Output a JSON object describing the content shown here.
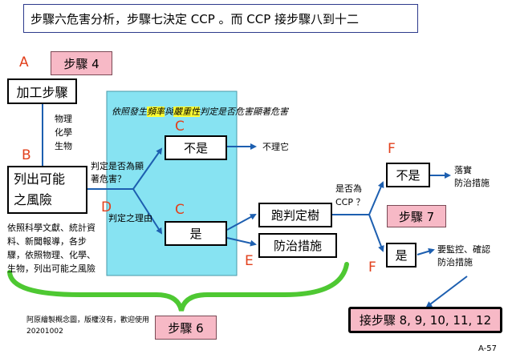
{
  "title": "步驟六危害分析，步驟七決定 CCP 。而 CCP 接步驟八到十二",
  "letters": {
    "a": "A",
    "b": "B",
    "c_top": "C",
    "c_mid": "C",
    "d": "D",
    "e": "E",
    "f_top": "F",
    "f_bottom": "F"
  },
  "steps": {
    "step4": "步驟 4",
    "step6": "步驟 6",
    "step7": "步驟 7",
    "step_next": "接步驟 8, 9, 10, 11, 12"
  },
  "boxes": {
    "process": "加工步驟",
    "hazards_line1": "列出可能",
    "hazards_line2": "之風險",
    "not_yes": "不是",
    "yes": "是",
    "decision_tree": "跑判定樹",
    "control": "防治措施",
    "ccp_not": "不是",
    "ccp_yes": "是"
  },
  "labels": {
    "hazard_types": [
      "物理",
      "化學",
      "生物"
    ],
    "basis_prefix": "依照發生",
    "basis_freq": "頻率",
    "basis_and": "與",
    "basis_severity": "嚴重性",
    "basis_suffix": "判定是否危害顯著危害",
    "judge_significant_line1": "判定是否為顯",
    "judge_significant_line2": "著危害？",
    "judge_reason": "判定之理由",
    "ignore": "不理它",
    "is_ccp_line1": "是否為",
    "is_ccp_line2": "CCP ？",
    "implement_line1": "落實",
    "implement_line2": "防治措施",
    "monitor_line1": "要監控、確認",
    "monitor_line2": "防治措施",
    "sources": [
      "依照科學文獻、統計資",
      "料、新聞報導，各步",
      "驟，依照物理、化學、",
      "生物，列出可能之風險"
    ],
    "credit_line1": "阿原繪製概念圖，版權沒有，歡迎使用",
    "credit_line2": "20201002",
    "page_no": "A-57"
  },
  "colors": {
    "accent_letter": "#e2401c",
    "pink": "#f7b9c6",
    "cyan_panel": "#87e3f2",
    "connector_blue": "#1d5fb0",
    "bracket_green": "#4ec832",
    "highlight": "#ffff33"
  }
}
